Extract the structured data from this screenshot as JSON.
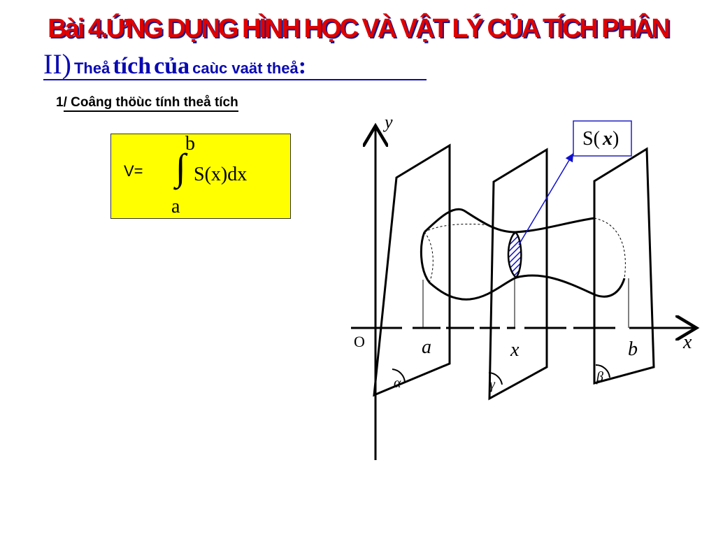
{
  "title": "Bài 4.ỨNG DỤNG HÌNH HỌC VÀ VẬT LÝ CỦA TÍCH PHÂN",
  "subtitle": {
    "roman": "II",
    "paren": ")",
    "word1": "Theå",
    "word2": "tích",
    "word3": "của",
    "word4": "caùc vaät theå",
    "colon": ":"
  },
  "section": {
    "num": "1",
    "text": "/ Coâng thöùc tính theå tích"
  },
  "formula": {
    "lhs": "V=",
    "upper": "b",
    "integral": "∫",
    "body": "S(x)dx",
    "lower": "a"
  },
  "diagram": {
    "y_label": "y",
    "x_label": "x",
    "origin_label": "O",
    "point_a": "a",
    "point_x": "x",
    "point_b": "b",
    "angle_left": "α",
    "angle_mid": "γ",
    "angle_right": "β",
    "callout_S": "S(",
    "callout_x": "x",
    "callout_close": ")"
  },
  "colors": {
    "title_red": "#e00000",
    "title_shadow": "#1a1a8a",
    "subtitle_blue": "#0a0ab4",
    "formula_bg": "#ffff00",
    "hatch_blue": "#1010d0",
    "callout_border": "#2020c0"
  }
}
